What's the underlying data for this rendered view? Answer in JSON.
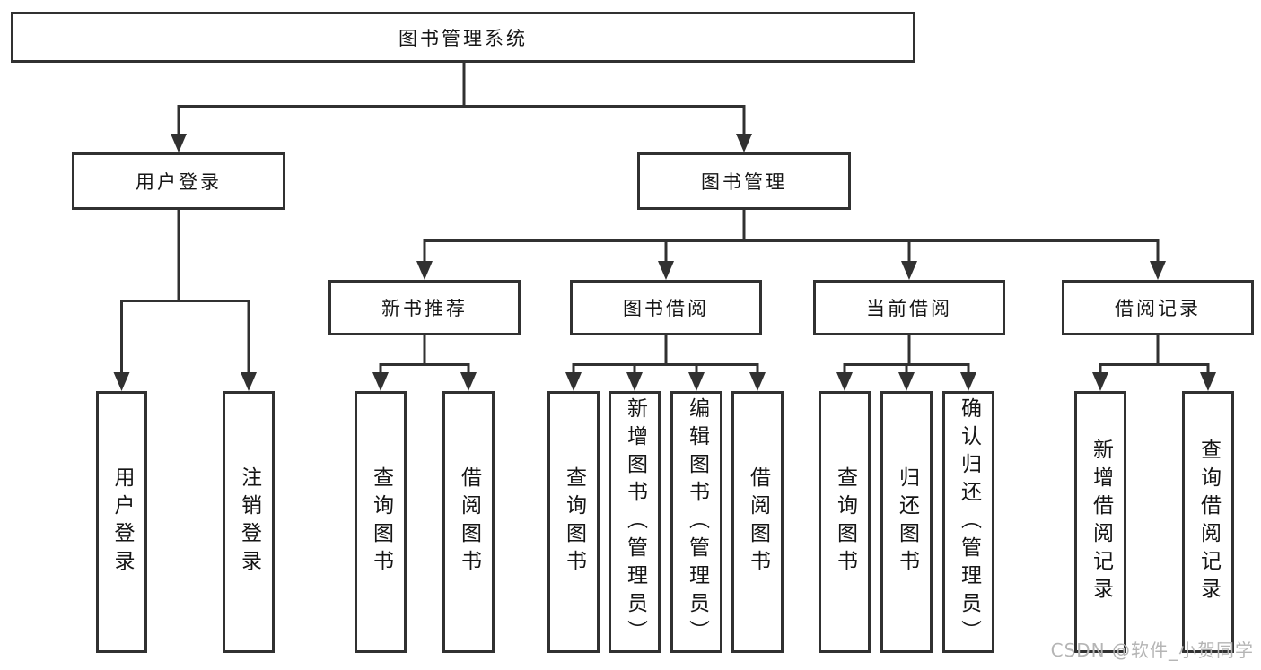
{
  "diagram": {
    "title": "图书管理系统",
    "branches": [
      {
        "label": "用户登录",
        "leaves": [
          "用户登录",
          "注销登录"
        ]
      },
      {
        "label": "图书管理",
        "groups": [
          {
            "label": "新书推荐",
            "leaves": [
              "查询图书",
              "借阅图书"
            ]
          },
          {
            "label": "图书借阅",
            "leaves": [
              "查询图书",
              "新增图书（管理员）",
              "编辑图书（管理员）",
              "借阅图书"
            ]
          },
          {
            "label": "当前借阅",
            "leaves": [
              "查询图书",
              "归还图书",
              "确认归还（管理员）"
            ]
          },
          {
            "label": "借阅记录",
            "leaves": [
              "新增借阅记录",
              "查询借阅记录"
            ]
          }
        ]
      }
    ]
  },
  "watermark": {
    "text": "CSDN @软件_小贺同学"
  },
  "colors": {
    "line": "#313131",
    "text": "#151515",
    "background": "#ffffff",
    "watermark": "#b5b5b5"
  }
}
